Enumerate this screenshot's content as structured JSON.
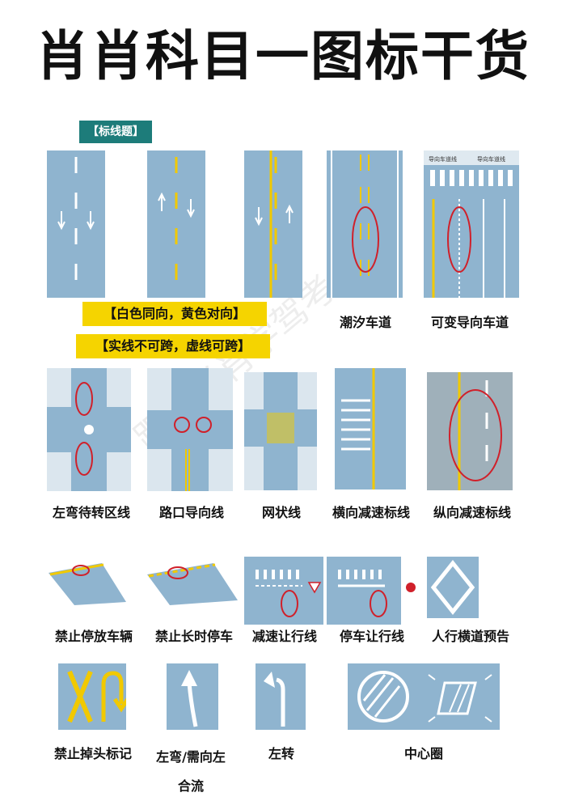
{
  "title": "肖肖科目一图标干货",
  "section_tag": "【标线题】",
  "notes": [
    "【白色同向，黄色对向】",
    "【实线不可跨，虚线可跨】"
  ],
  "watermark": "跟着肖肖学驾考",
  "row1": [
    "潮汐车道",
    "可变导向车道"
  ],
  "row2": [
    "左弯待转区线",
    "路口导向线",
    "网状线",
    "横向减速标线",
    "纵向减速标线"
  ],
  "row3": [
    "禁止停放车辆",
    "禁止长时停车",
    "减速让行线",
    "停车让行线",
    "人行横道预告"
  ],
  "row4": [
    "禁止掉头标记",
    "左弯/需向左合流",
    "左转",
    "中心圈"
  ],
  "mini_labels": [
    "导向车道线",
    "导向车道线"
  ],
  "colors": {
    "road": "#8fb4cf",
    "yellow": "#f1c900",
    "tag": "#1d7c7a",
    "circle": "#d0202a"
  }
}
